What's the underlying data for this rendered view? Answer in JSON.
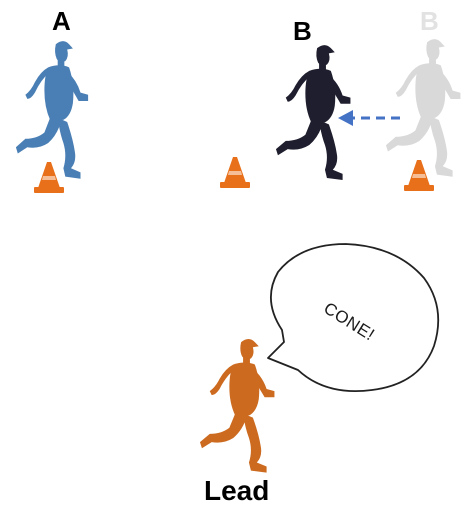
{
  "labels": {
    "a": "A",
    "b": "B",
    "b_ghost": "B",
    "lead": "Lead"
  },
  "speech_bubble": {
    "text": "CONE!"
  },
  "colors": {
    "runner_a": "#4a7fb5",
    "runner_b": "#1e1e2e",
    "runner_b_ghost": "#d9d9d9",
    "runner_lead": "#cc6a1f",
    "cone": "#e8701a",
    "cone_base": "#c95a10",
    "arrow": "#4472c4"
  },
  "icons": {
    "runner": "runner-icon",
    "cone": "traffic-cone-icon",
    "arrow": "dashed-arrow-left-icon"
  }
}
